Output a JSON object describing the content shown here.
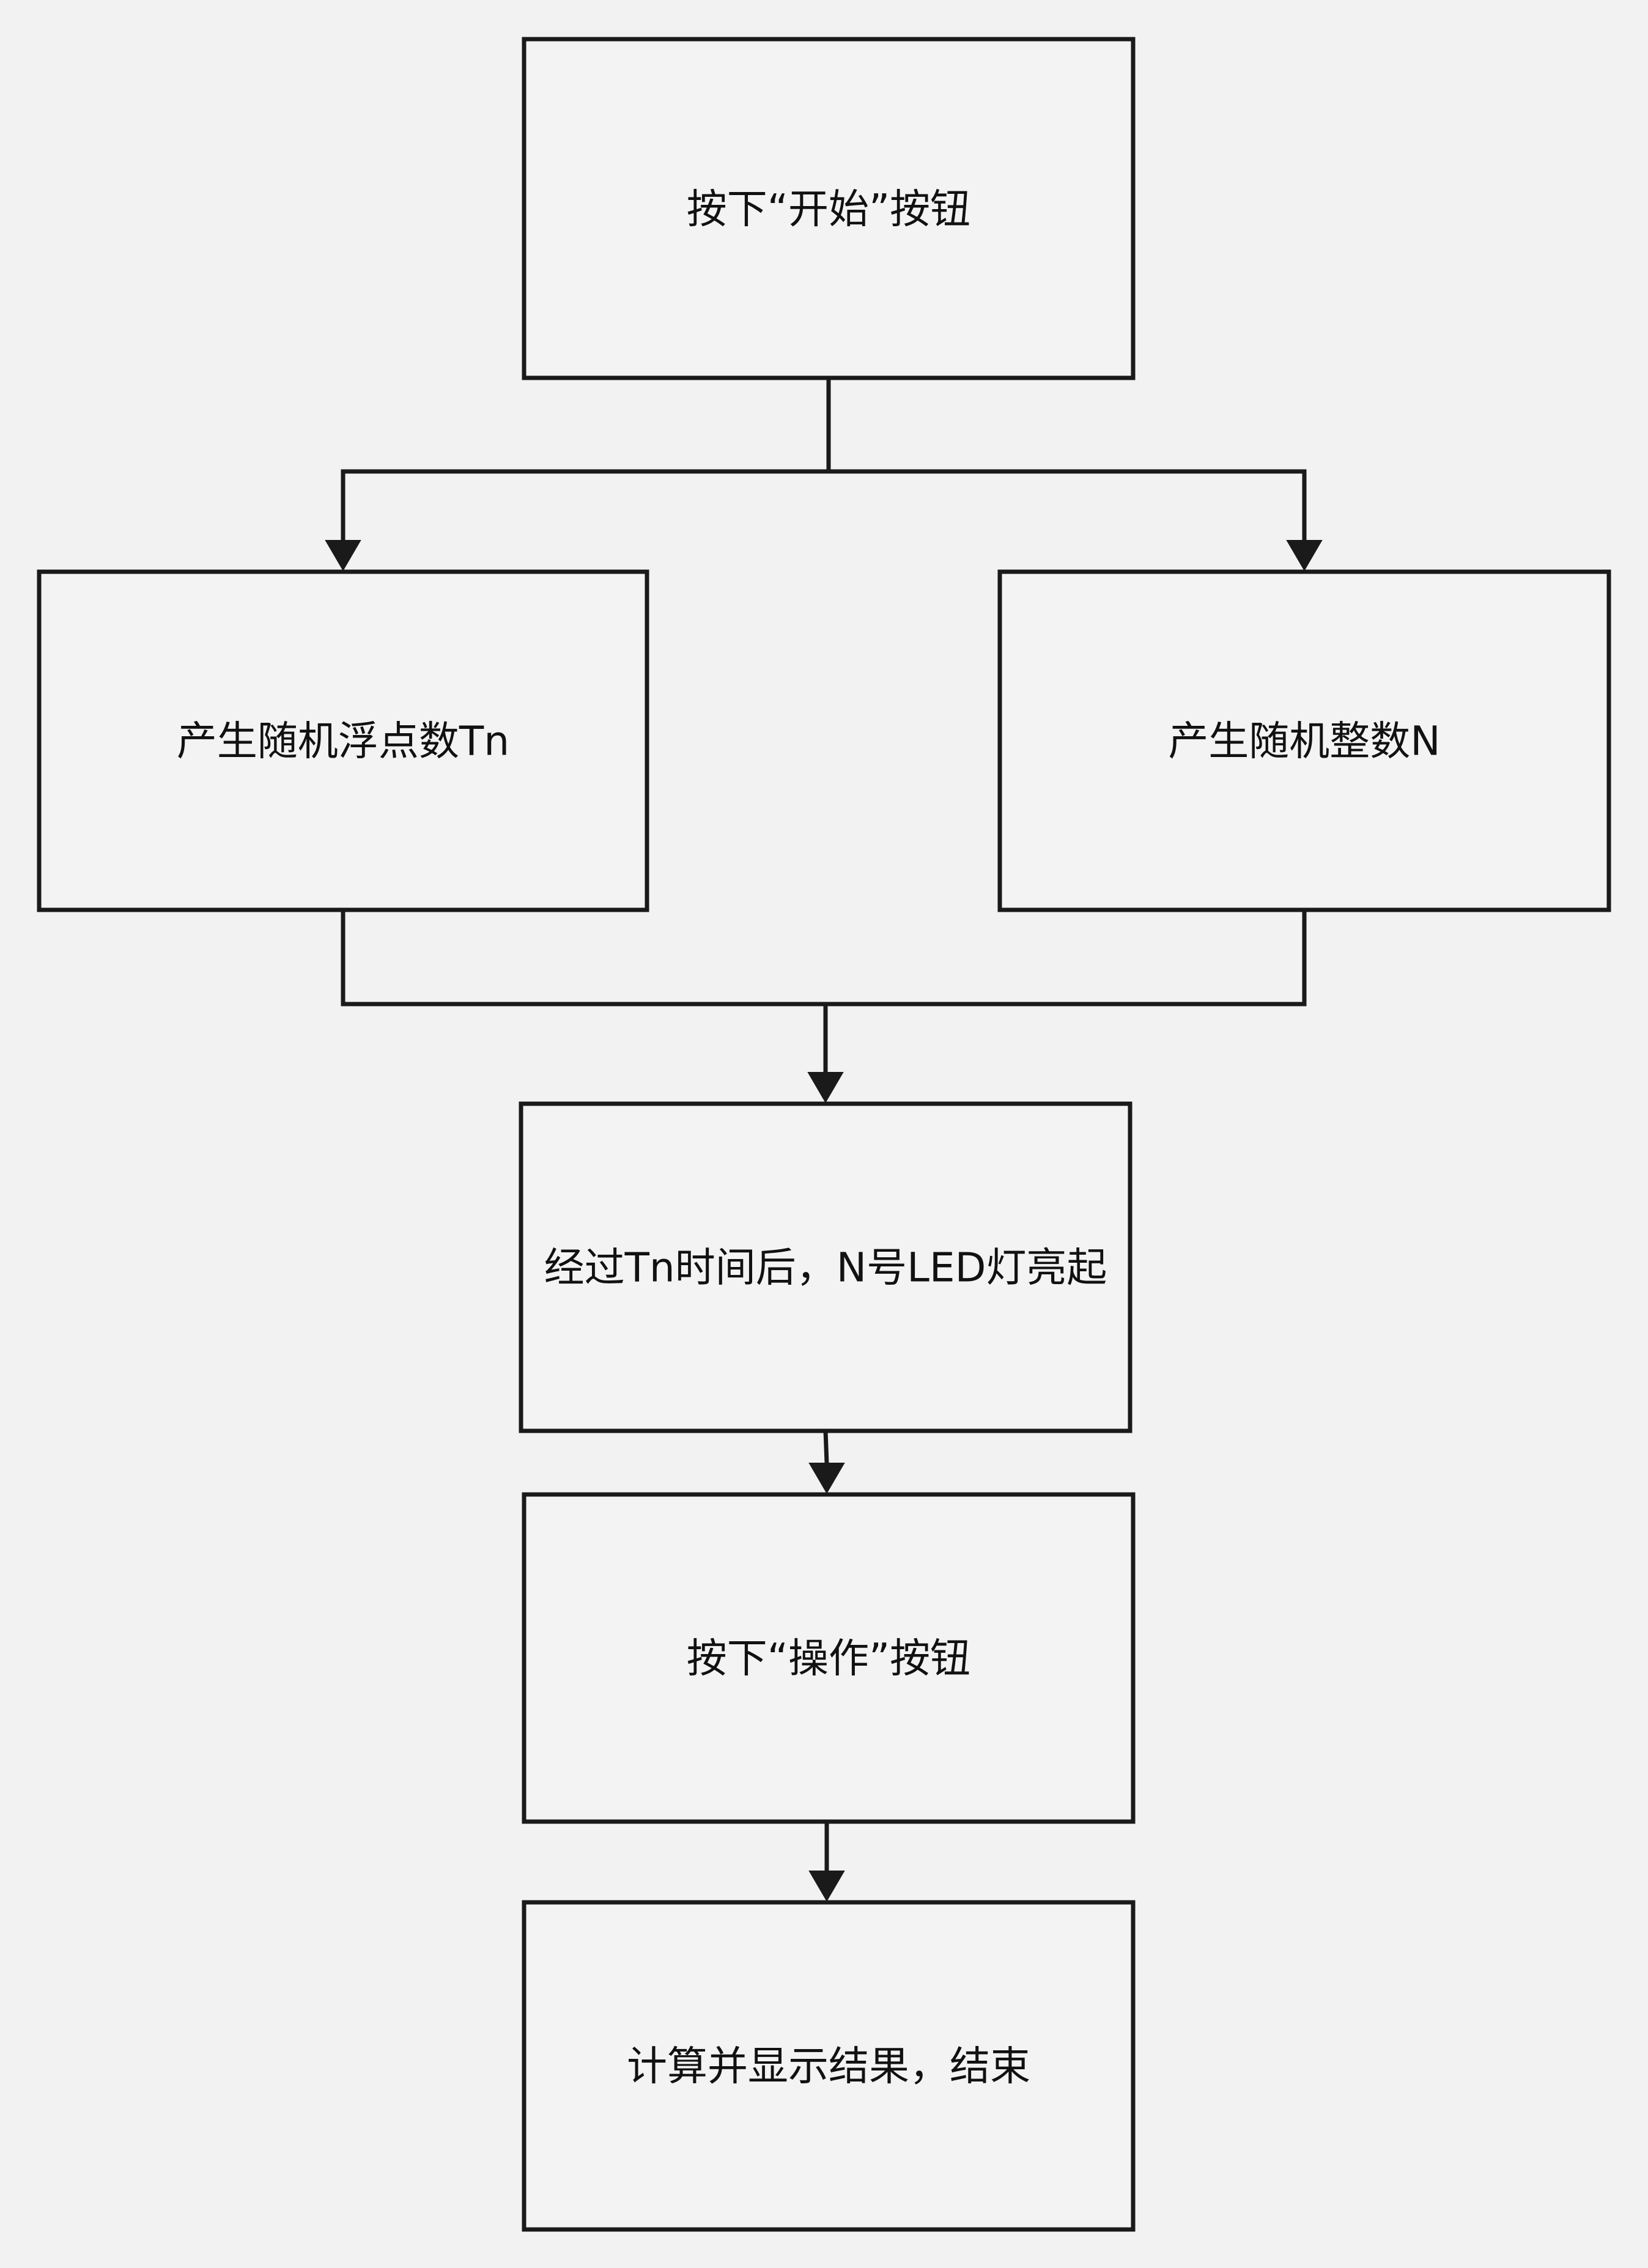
{
  "flowchart": {
    "nodes": [
      {
        "label": "按下“开始”按钮"
      },
      {
        "label": "产生随机浮点数Tn"
      },
      {
        "label": "产生随机整数N"
      },
      {
        "label": "经过Tn时间后，N号LED灯亮起"
      },
      {
        "label": "按下“操作”按钮"
      },
      {
        "label": "计算并显示结果，结束"
      }
    ]
  },
  "colors": {
    "background": "#f2f2f2",
    "node_fill": "#f3f3f3",
    "stroke": "#1a1a1a",
    "text": "#111111"
  }
}
